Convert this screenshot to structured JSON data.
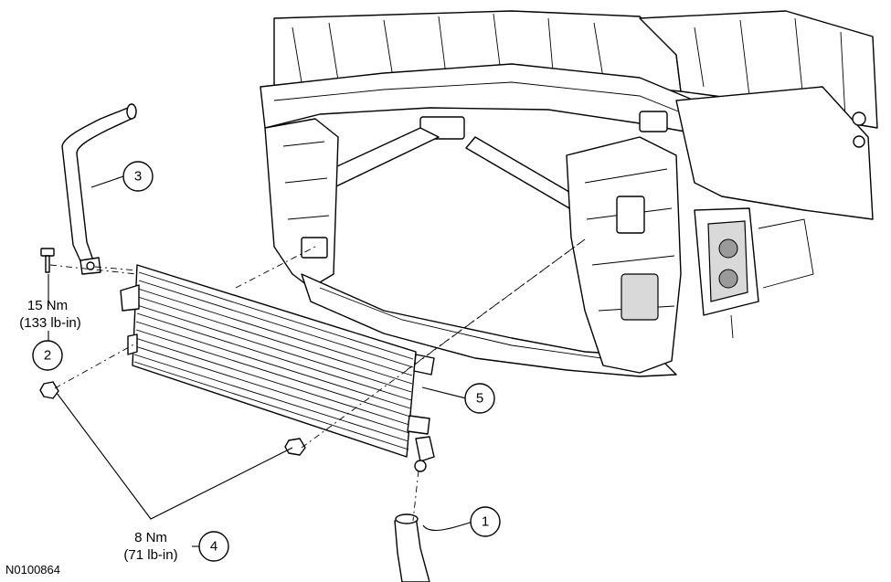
{
  "figure_id": "N0100864",
  "callouts": [
    {
      "num": "1"
    },
    {
      "num": "2"
    },
    {
      "num": "3"
    },
    {
      "num": "4"
    },
    {
      "num": "5"
    }
  ],
  "torque_specs": {
    "callout_2": {
      "line1": "15 Nm",
      "line2": "(133 lb-in)"
    },
    "callout_4": {
      "line1": "8 Nm",
      "line2": "(71 lb-in)"
    }
  }
}
